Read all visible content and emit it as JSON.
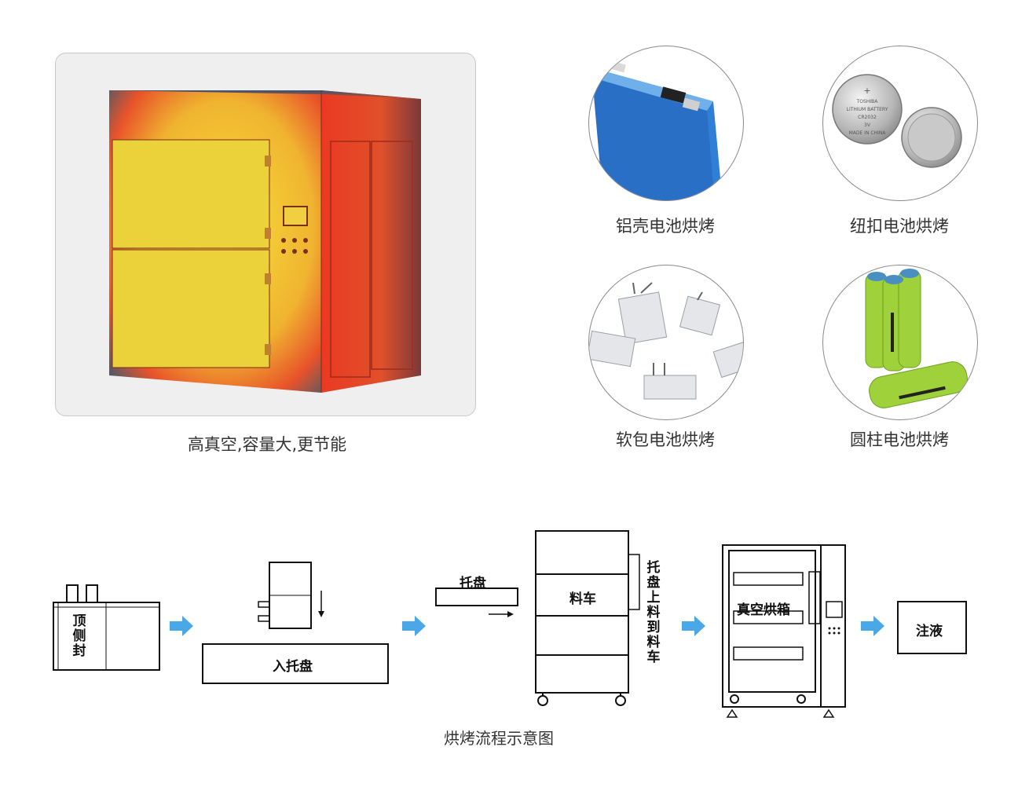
{
  "showcase": {
    "oven_caption": "高真空,容量大,更节能"
  },
  "batteries": [
    {
      "id": "aluminum",
      "label": "铝壳电池烘烤"
    },
    {
      "id": "button",
      "label": "纽扣电池烘烤"
    },
    {
      "id": "pouch",
      "label": "软包电池烘烤"
    },
    {
      "id": "cylinder",
      "label": "圆柱电池烘烤"
    }
  ],
  "button_cell_text": {
    "brand": "TOSHIBA",
    "line1": "LITHIUM BATTERY",
    "model": "CR2032",
    "voltage": "3V",
    "origin": "MADE IN CHINA"
  },
  "flow": {
    "title": "烘烤流程示意图",
    "steps": {
      "top_side_seal": [
        "顶",
        "侧",
        "封"
      ],
      "into_tray": "入托盘",
      "tray": "托盘",
      "cart": "料车",
      "tray_to_cart": [
        "托",
        "盘",
        "上",
        "料",
        "到",
        "料",
        "车"
      ],
      "vacuum_oven": "真空烘箱",
      "injection": "注液"
    }
  },
  "colors": {
    "arrow": "#4aa8e8",
    "oven_yellow": "#f2d23a",
    "oven_red": "#e0331f",
    "battery_blue": "#2f7fd6",
    "cylinder_green": "#9ed13a"
  }
}
